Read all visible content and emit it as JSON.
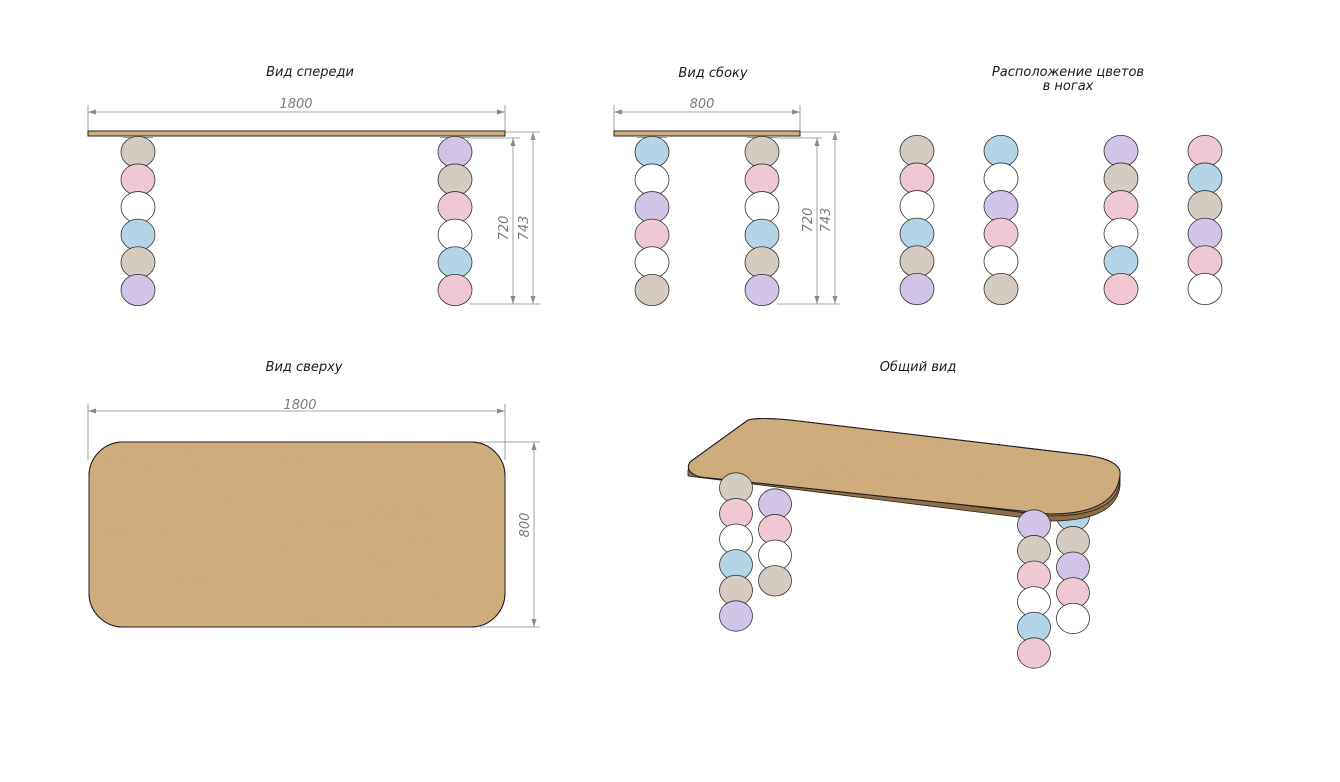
{
  "titles": {
    "front": "Вид спереди",
    "side": "Вид сбоку",
    "colors_line1": "Расположение цветов",
    "colors_line2": "в ногах",
    "top": "Вид сверху",
    "general": "Общий вид"
  },
  "dimensions": {
    "front_width": "1800",
    "front_height_inner": "720",
    "front_height_total": "743",
    "side_width": "800",
    "side_height_inner": "720",
    "side_height_total": "743",
    "top_width": "1800",
    "top_depth": "800"
  },
  "colors": {
    "beige": "#d6cbc0",
    "pink": "#f0c8d3",
    "white": "#ffffff",
    "blue": "#b4d4e7",
    "lilac": "#d1c4e6",
    "wood": "#d1ac7c",
    "wood_dark": "#b8935f"
  },
  "legs": {
    "front_left": [
      "beige",
      "pink",
      "white",
      "blue",
      "beige",
      "lilac"
    ],
    "front_right": [
      "lilac",
      "beige",
      "pink",
      "white",
      "blue",
      "pink"
    ],
    "side_left": [
      "blue",
      "white",
      "lilac",
      "pink",
      "white",
      "beige"
    ],
    "side_right": [
      "beige",
      "pink",
      "white",
      "blue",
      "beige",
      "lilac"
    ],
    "color_scheme": [
      [
        "beige",
        "pink",
        "white",
        "blue",
        "beige",
        "lilac"
      ],
      [
        "blue",
        "white",
        "lilac",
        "pink",
        "white",
        "beige"
      ],
      [
        "lilac",
        "beige",
        "pink",
        "white",
        "blue",
        "pink"
      ],
      [
        "pink",
        "blue",
        "beige",
        "lilac",
        "pink",
        "white"
      ]
    ],
    "iso_front_left": [
      "beige",
      "pink",
      "white",
      "blue",
      "beige",
      "lilac"
    ],
    "iso_back_left": [
      "lilac",
      "pink",
      "white",
      "beige"
    ],
    "iso_front_right": [
      "lilac",
      "beige",
      "pink",
      "white",
      "blue",
      "pink"
    ],
    "iso_back_right": [
      "blue",
      "beige",
      "lilac",
      "pink",
      "white"
    ]
  }
}
